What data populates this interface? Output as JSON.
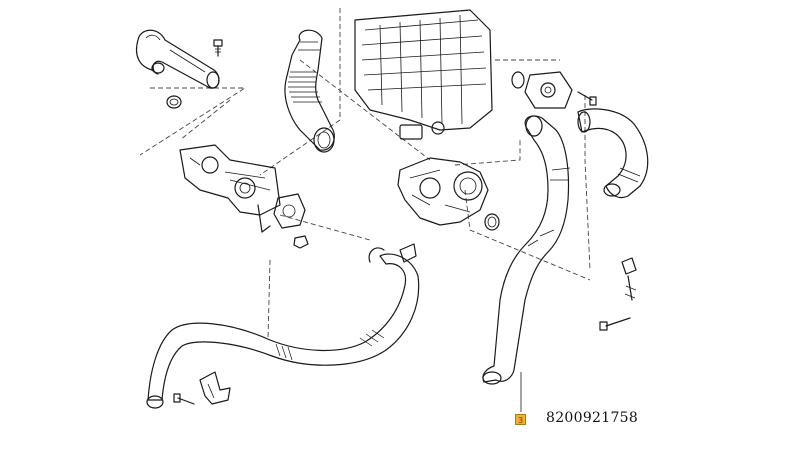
{
  "callout": {
    "marker_label": "3",
    "part_number": "8200921758",
    "marker_color": "#f0b030"
  },
  "parts": [
    {
      "id": "coolant-hose-main",
      "highlighted": true
    },
    {
      "id": "coolant-pipe-lower"
    },
    {
      "id": "hose-upper-right"
    },
    {
      "id": "air-intake-duct"
    },
    {
      "id": "elbow-pipe-top-left"
    },
    {
      "id": "egr-valve"
    },
    {
      "id": "intake-manifold"
    },
    {
      "id": "turbocharger"
    },
    {
      "id": "thermostat-housing"
    },
    {
      "id": "mounting-bracket"
    }
  ]
}
